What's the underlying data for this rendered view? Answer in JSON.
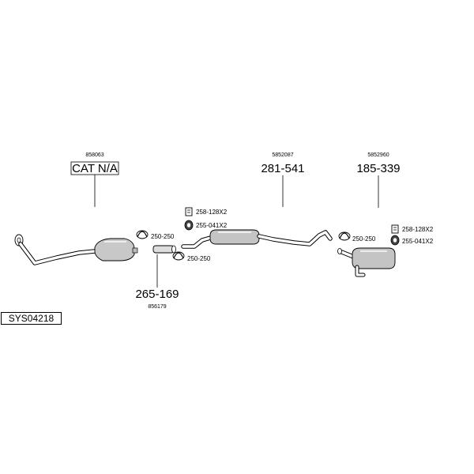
{
  "system_code": "SYS04218",
  "parts": {
    "catalyst": {
      "ref": "858063",
      "code": "CAT N/A"
    },
    "connector_pipe": {
      "ref": "856179",
      "code": "265-169"
    },
    "middle_silencer": {
      "ref": "5852087",
      "code": "281-541"
    },
    "rear_silencer": {
      "ref": "5852960",
      "code": "185-339"
    }
  },
  "fittings": {
    "clamp_front": "250-250",
    "clamp_mid_lower": "250-250",
    "mount_mid_top": "258-128X2",
    "ring_mid": "255-041X2",
    "clamp_rear": "250-250",
    "mount_rear_top": "258-128X2",
    "ring_rear": "255-041X2"
  }
}
